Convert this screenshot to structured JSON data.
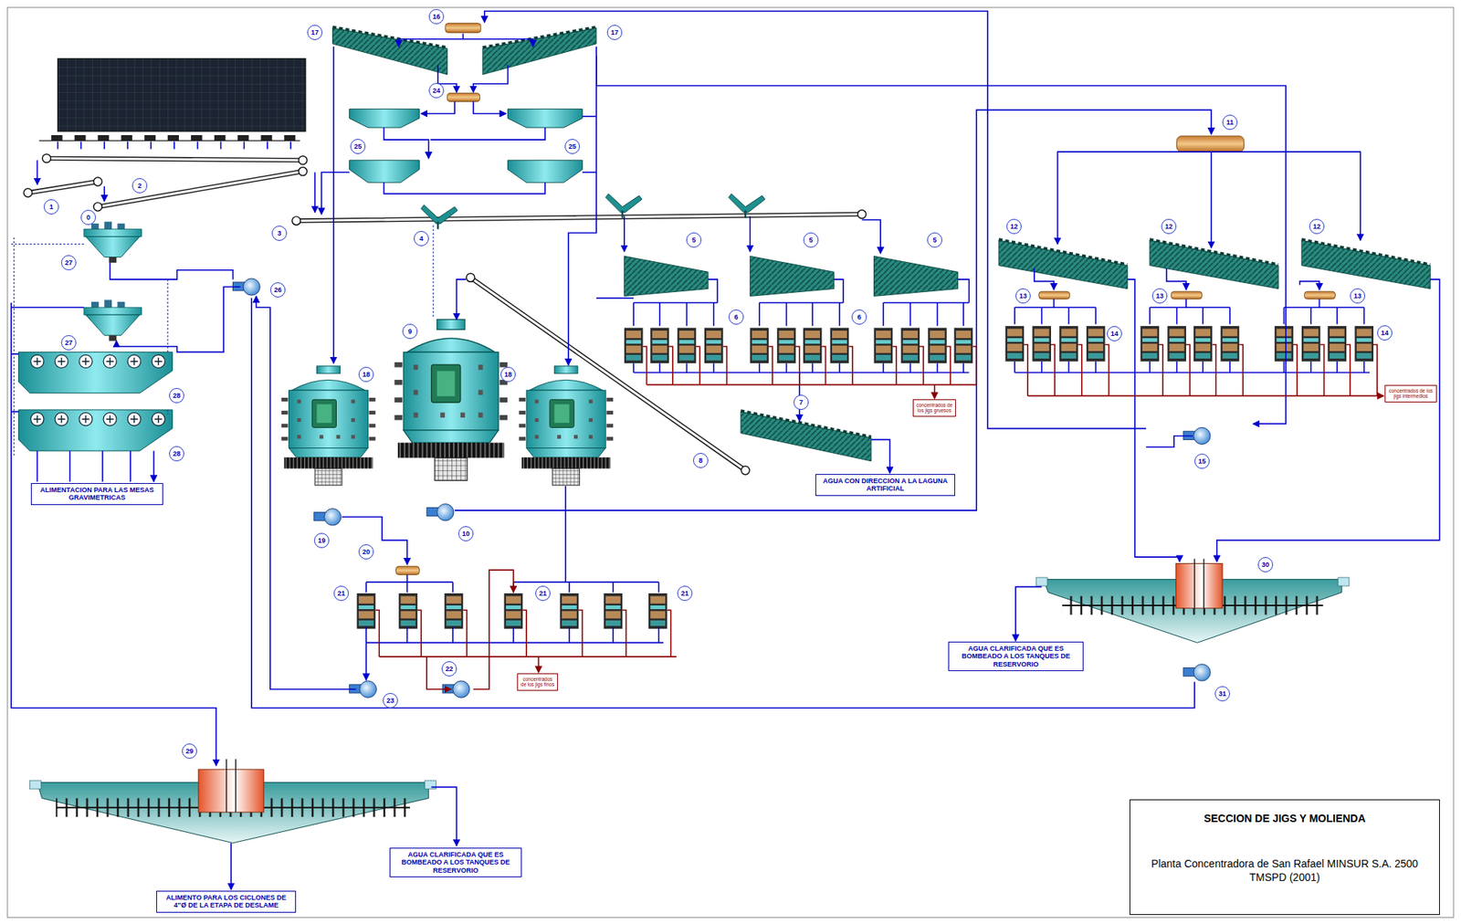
{
  "diagram": {
    "nodes": [
      {
        "text": [
          "ALIMENTACION PARA LAS MESAS GRAVIMETRICAS"
        ]
      },
      {
        "text": [
          "AGUA CON DIRECCION A LA LAGUNA ARTIFICIAL"
        ]
      },
      {
        "text": [
          "concentrados de los jigs gruesos"
        ]
      },
      {
        "text": [
          "concentrados de los jigs intermedios"
        ]
      },
      {
        "text": [
          "concentrados de los jigs finos"
        ]
      },
      {
        "text": [
          "AGUA CLARIFICADA QUE ES BOMBEADO A LOS TANQUES DE RESERVORIO"
        ]
      },
      {
        "text": [
          "AGUA CLARIFICADA QUE ES BOMBEADO A LOS TANQUES DE RESERVORIO"
        ]
      },
      {
        "text": [
          "ALIMENTO PARA LOS CICLONES DE 4\"Ø DE LA ETAPA DE DESLAME"
        ]
      },
      {
        "text": [
          "SECCION DE JIGS Y MOLIENDA",
          "Planta Concentradora de San Rafael MINSUR S.A. 2500 TMSPD (2001)"
        ]
      }
    ],
    "labels": [
      "0",
      "1",
      "2",
      "3",
      "4",
      "5",
      "5",
      "5",
      "6",
      "6",
      "7",
      "8",
      "9",
      "10",
      "11",
      "12",
      "12",
      "12",
      "13",
      "13",
      "13",
      "14",
      "14",
      "15",
      "16",
      "17",
      "17",
      "18",
      "18",
      "19",
      "20",
      "21",
      "21",
      "21",
      "22",
      "23",
      "24",
      "25",
      "25",
      "26",
      "27",
      "27",
      "28",
      "28",
      "29",
      "30",
      "31"
    ]
  }
}
